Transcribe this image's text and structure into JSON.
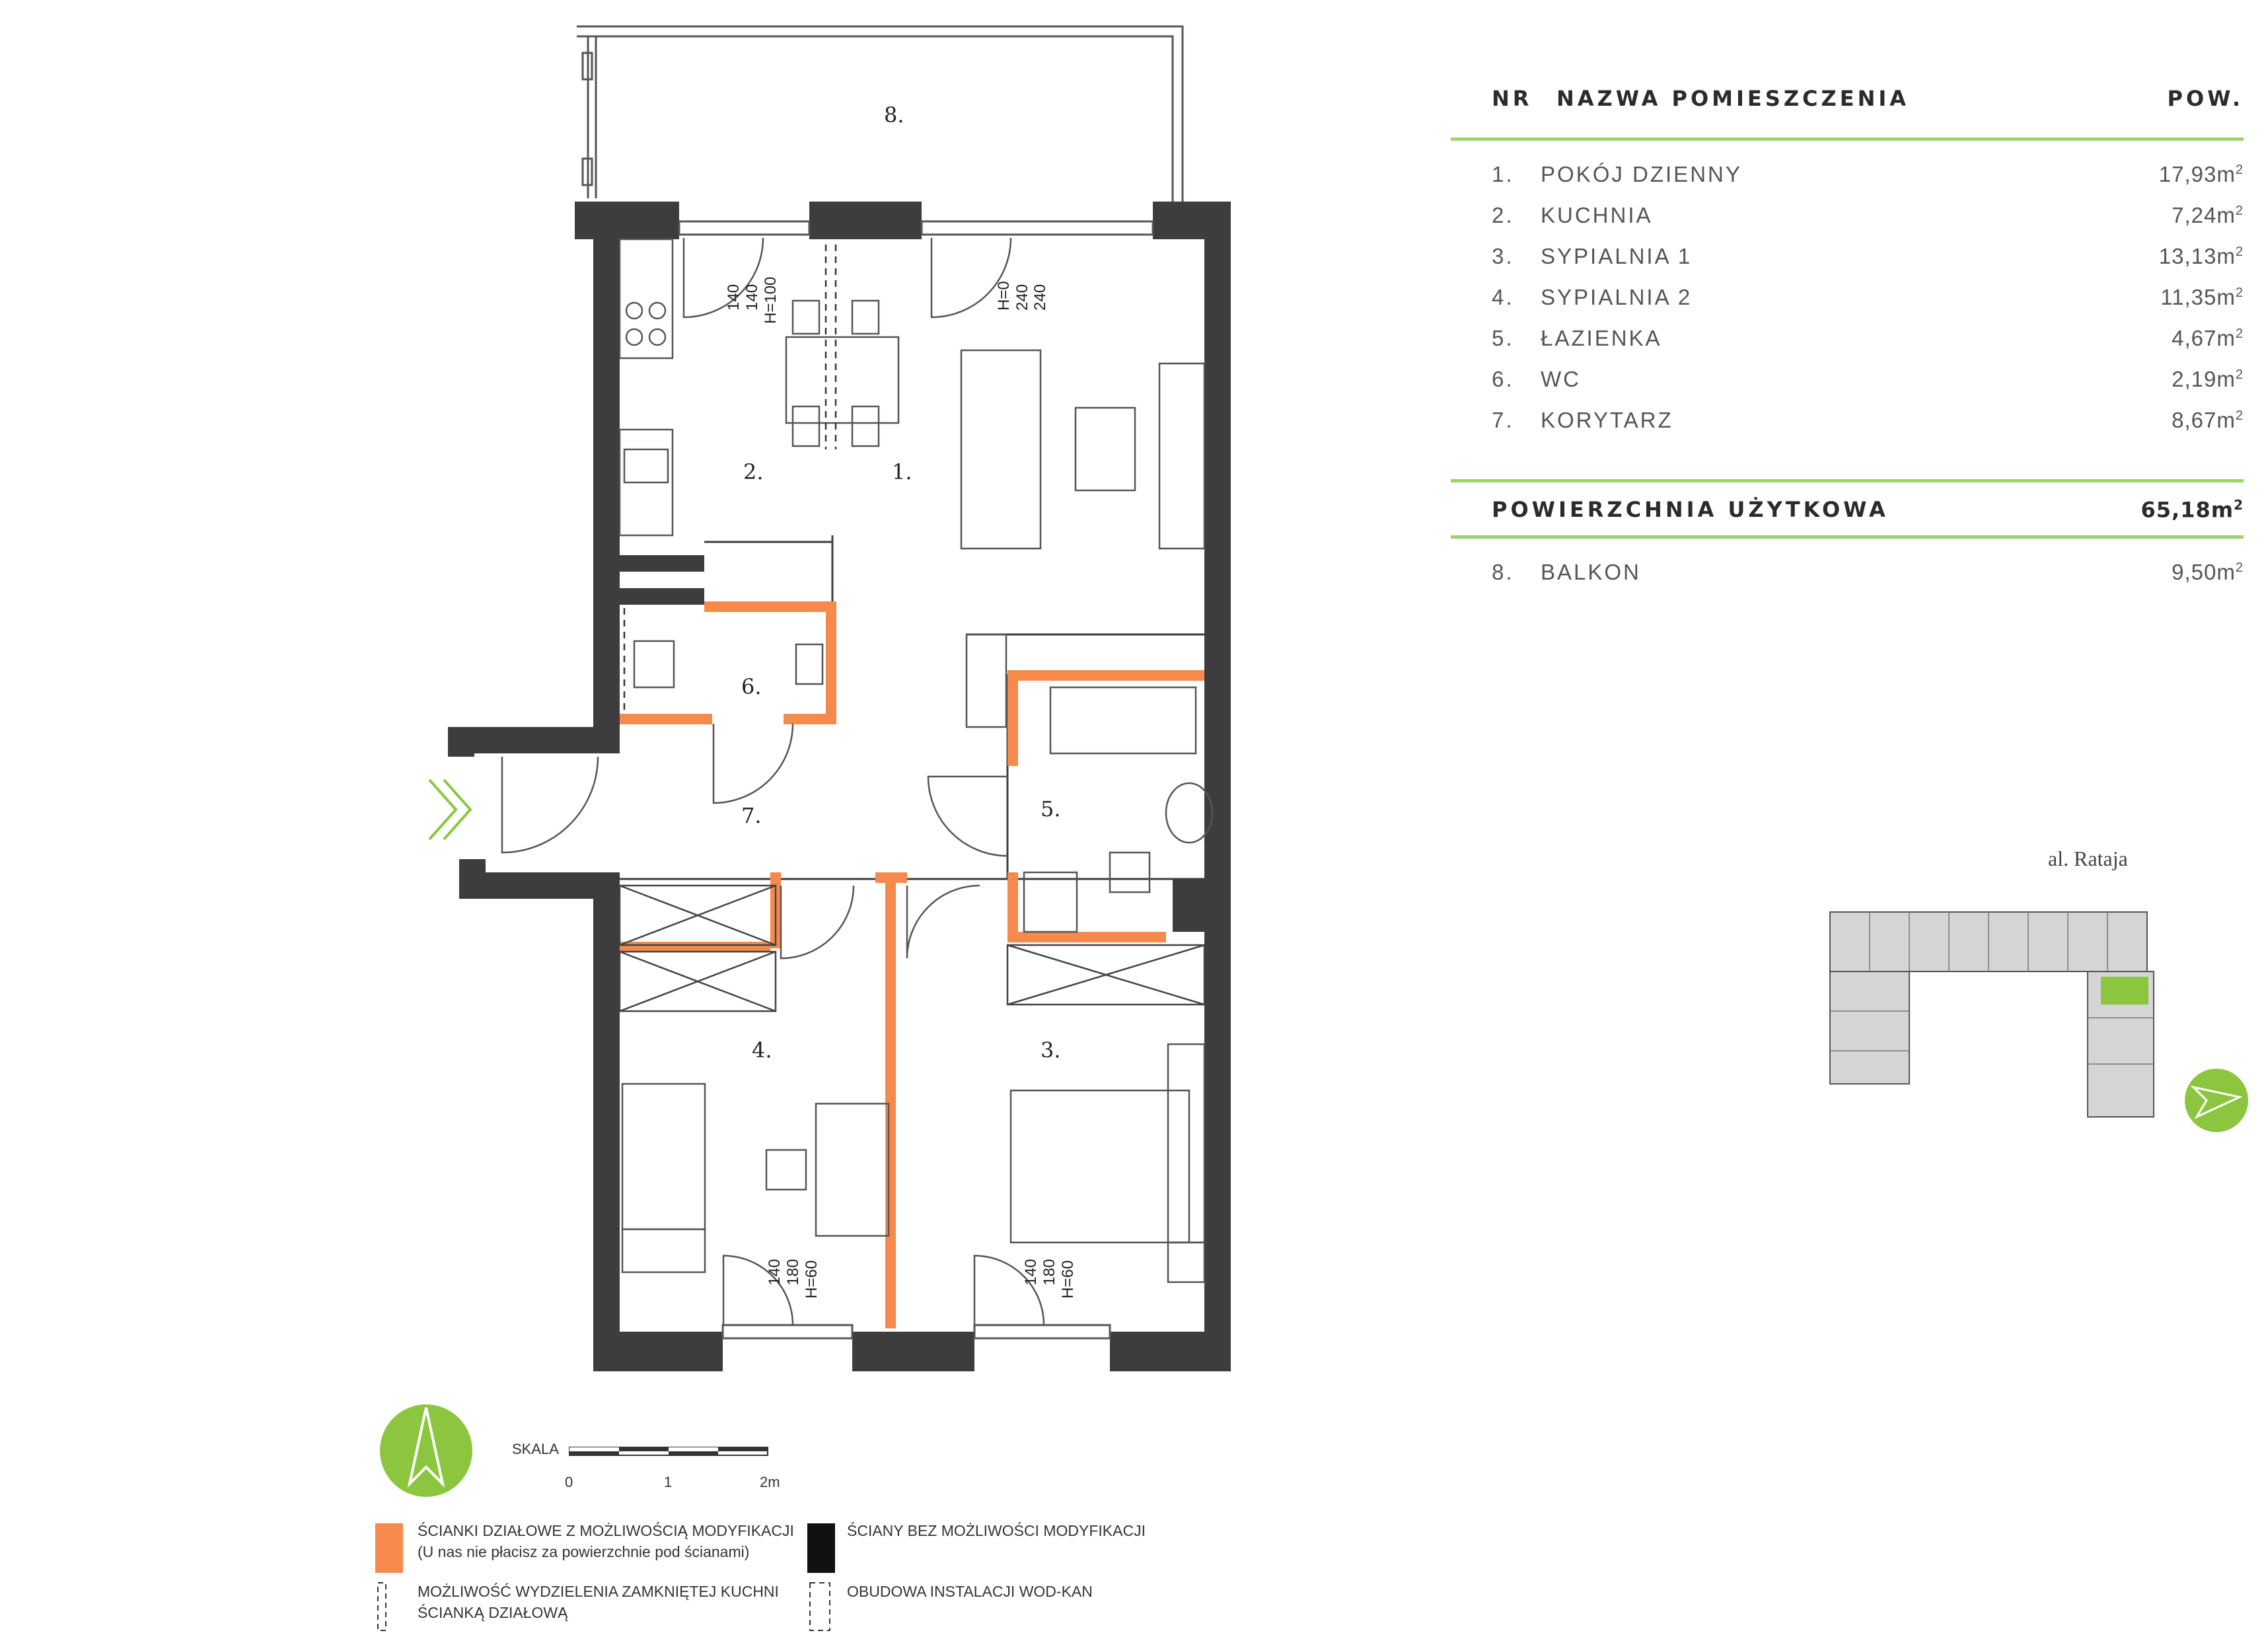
{
  "table": {
    "header": {
      "nr": "NR",
      "name": "NAZWA POMIESZCZENIA",
      "area": "POW."
    },
    "rooms": [
      {
        "nr": "1.",
        "name": "POKÓJ DZIENNY",
        "area": "17,93m",
        "unit_sup": "2"
      },
      {
        "nr": "2.",
        "name": "KUCHNIA",
        "area": "7,24m",
        "unit_sup": "2"
      },
      {
        "nr": "3.",
        "name": "SYPIALNIA 1",
        "area": "13,13m",
        "unit_sup": "2"
      },
      {
        "nr": "4.",
        "name": "SYPIALNIA 2",
        "area": "11,35m",
        "unit_sup": "2"
      },
      {
        "nr": "5.",
        "name": "ŁAZIENKA",
        "area": "4,67m",
        "unit_sup": "2"
      },
      {
        "nr": "6.",
        "name": "WC",
        "area": "2,19m",
        "unit_sup": "2"
      },
      {
        "nr": "7.",
        "name": "KORYTARZ",
        "area": "8,67m",
        "unit_sup": "2"
      }
    ],
    "total": {
      "label": "POWIERZCHNIA UŻYTKOWA",
      "area": "65,18m",
      "unit_sup": "2"
    },
    "extra": {
      "nr": "8.",
      "name": "BALKON",
      "area": "9,50m",
      "unit_sup": "2"
    }
  },
  "plan": {
    "room_labels": [
      "1.",
      "2.",
      "3.",
      "4.",
      "5.",
      "6.",
      "7.",
      "8."
    ],
    "window_dims": [
      {
        "a": "140",
        "b": "140",
        "c": "H=100"
      },
      {
        "a": "240",
        "b": "240",
        "c": "H=0"
      },
      {
        "a": "140",
        "b": "180",
        "c": "H=60"
      },
      {
        "a": "140",
        "b": "180",
        "c": "H=60"
      }
    ]
  },
  "scale": {
    "label": "SKALA",
    "ticks": [
      "0",
      "1",
      "2m"
    ]
  },
  "site": {
    "street": "al. Rataja"
  },
  "legend": {
    "modifiable_line1": "ŚCIANKI DZIAŁOWE Z MOŻLIWOŚCIĄ MODYFIKACJI",
    "modifiable_line2": "(U nas nie płacisz za powierzchnie pod ścianami)",
    "kitchen_line1": "MOŻLIWOŚĆ WYDZIELENIA ZAMKNIĘTEJ KUCHNI",
    "kitchen_line2": "ŚCIANKĄ DZIAŁOWĄ",
    "fixed": "ŚCIANY BEZ MOŻLIWOŚCI MODYFIKACJI",
    "installations": "OBUDOWA INSTALACJI WOD-KAN"
  },
  "colors": {
    "wall": "#3d3d3d",
    "modifiable": "#f58a4c",
    "accent_green": "#8cc63f",
    "line_green": "#9ed36a"
  }
}
